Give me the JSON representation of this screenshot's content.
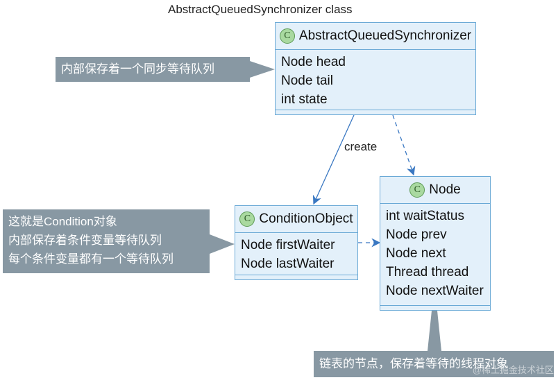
{
  "title": "AbstractQueuedSynchronizer class",
  "classes": {
    "aqs": {
      "name": "AbstractQueuedSynchronizer",
      "fields": [
        "Node head",
        "Node tail",
        "int state"
      ]
    },
    "node": {
      "name": "Node",
      "fields": [
        "int waitStatus",
        "Node prev",
        "Node next",
        "Thread thread",
        "Node nextWaiter"
      ]
    },
    "condition": {
      "name": "ConditionObject",
      "fields": [
        "Node firstWaiter",
        "Node lastWaiter"
      ]
    }
  },
  "class_icon_letter": "C",
  "edges": {
    "create_label": "create"
  },
  "notes": {
    "aqs": [
      "内部保存着一个同步等待队列"
    ],
    "condition": [
      "这就是Condition对象",
      "内部保存着条件变量等待队列",
      "每个条件变量都有一个等待队列"
    ],
    "node": [
      "链表的节点，保存着等待的线程对象"
    ]
  },
  "watermark": "@稀土掘金技术社区",
  "colors": {
    "class_fill": "#e3f0fa",
    "class_border": "#6aa9d6",
    "note_fill": "#8898a3",
    "arrow": "#3a78c2"
  }
}
